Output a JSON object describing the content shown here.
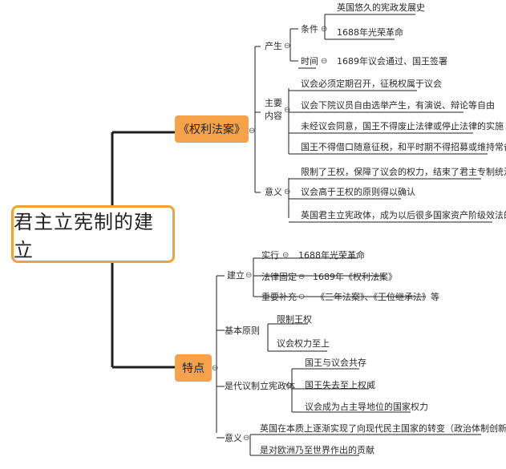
{
  "root": "君主立宪制的建立",
  "collapse_symbol": "⊖",
  "bill": {
    "label": "《权利法案》",
    "produce": {
      "label": "产生",
      "condition": {
        "label": "条件",
        "items": [
          "英国悠久的宪政发展史",
          "1688年光荣革命"
        ]
      },
      "time": {
        "label": "时间",
        "value": "1689年议会通过、国王签署"
      }
    },
    "content": {
      "label_line1": "主要",
      "label_line2": "内容",
      "items": [
        "议会必须定期召开，征税权属于议会",
        "议会下院议员自由选举产生，有演说、辩论等自由",
        "未经议会同意，国王不得废止法律或停止法律的实施",
        "国王不得借口随意征税，和平时期不得招募或维持常备军"
      ]
    },
    "meaning": {
      "label": "意义",
      "items": [
        "限制了王权，保障了议会的权力，结束了君主专制统治",
        "议会高于王权的原则得以确认",
        "英国君主立宪政体，成为以后很多国家资产阶级效法的样板"
      ]
    }
  },
  "features": {
    "label": "特点",
    "establish": {
      "label": "建立",
      "rows": [
        {
          "label": "实行",
          "value": "1688年光荣革命"
        },
        {
          "label": "法律固定",
          "value": "1689年《权利法案》"
        },
        {
          "label": "重要补充",
          "value": "《三年法案》、《王位继承法》等"
        }
      ]
    },
    "principle": {
      "label": "基本原则",
      "items": [
        "限制王权",
        "议会权力至上"
      ]
    },
    "system": {
      "label": "是代议制立宪政体",
      "items": [
        "国王与议会共存",
        "国王失去至上权威",
        "议会成为占主导地位的国家权力"
      ]
    },
    "meaning": {
      "label": "意义",
      "items": [
        "英国在本质上逐渐实现了向现代民主国家的转变（政治体制创新）",
        "是对欧洲乃至世界作出的贡献"
      ]
    }
  }
}
